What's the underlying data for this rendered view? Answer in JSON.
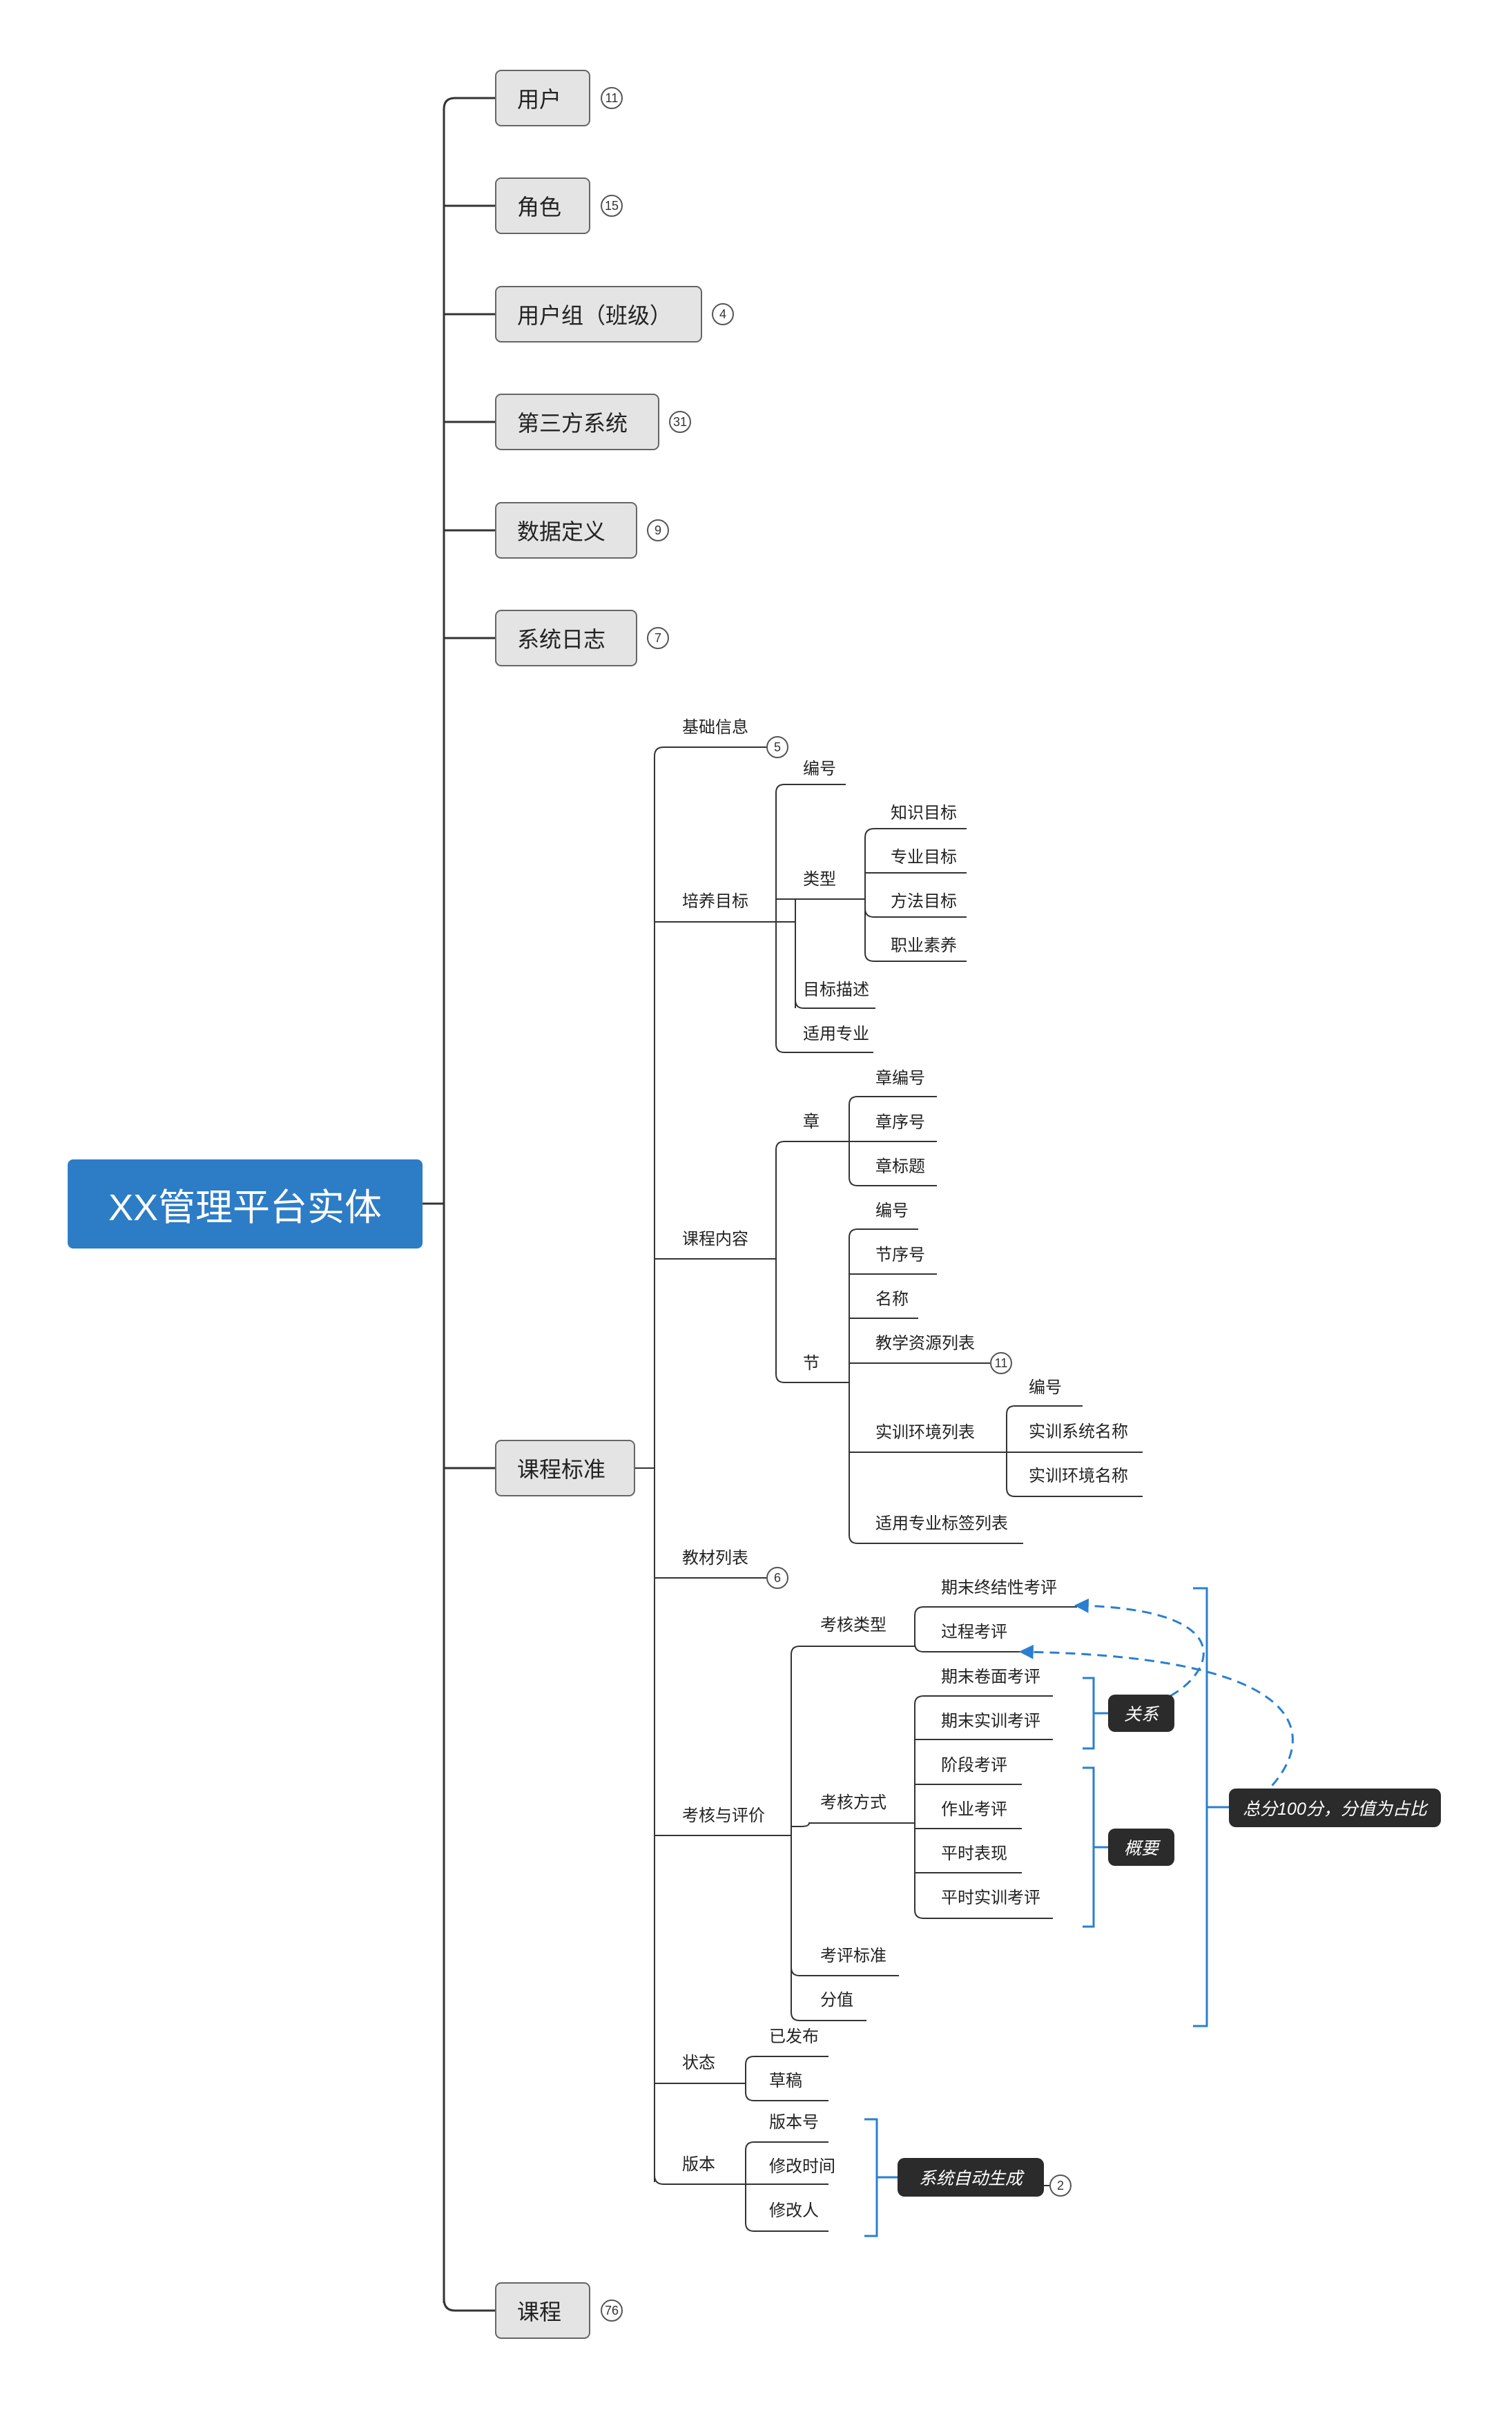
{
  "root": "XX管理平台实体",
  "top_nodes": [
    {
      "label": "用户",
      "count": "11"
    },
    {
      "label": "角色",
      "count": "15"
    },
    {
      "label": "用户组（班级）",
      "count": "4"
    },
    {
      "label": "第三方系统",
      "count": "31"
    },
    {
      "label": "数据定义",
      "count": "9"
    },
    {
      "label": "系统日志",
      "count": "7"
    },
    {
      "label": "课程标准"
    },
    {
      "label": "课程",
      "count": "76"
    }
  ],
  "course_standard": {
    "basic": {
      "label": "基础信息",
      "count": "5"
    },
    "goal": {
      "label": "培养目标",
      "number": "编号",
      "type": "类型",
      "type_items": [
        "知识目标",
        "专业目标",
        "方法目标",
        "职业素养"
      ],
      "description": "目标描述",
      "major": "适用专业"
    },
    "content": {
      "label": "课程内容",
      "chapter": "章",
      "chapter_items": [
        "章编号",
        "章序号",
        "章标题"
      ],
      "section": "节",
      "section_items": [
        "编号",
        "节序号",
        "名称",
        "教学资源列表",
        "实训环境列表",
        "适用专业标签列表"
      ],
      "resource_count": "11",
      "env_items": [
        "编号",
        "实训系统名称",
        "实训环境名称"
      ]
    },
    "textbook": {
      "label": "教材列表",
      "count": "6"
    },
    "assessment": {
      "label": "考核与评价",
      "type": "考核类型",
      "type_items": [
        "期末终结性考评",
        "过程考评"
      ],
      "method": "考核方式",
      "method_items": [
        "期末卷面考评",
        "期末实训考评",
        "阶段考评",
        "作业考评",
        "平时表现",
        "平时实训考评"
      ],
      "standard": "考评标准",
      "score": "分值",
      "relation": "关系",
      "summary": "概要",
      "total_note": "总分100分，分值为占比"
    },
    "status": {
      "label": "状态",
      "items": [
        "已发布",
        "草稿"
      ]
    },
    "version": {
      "label": "版本",
      "items": [
        "版本号",
        "修改时间",
        "修改人"
      ],
      "auto_note": "系统自动生成",
      "auto_count": "2"
    }
  },
  "colors": {
    "root": "#2d7cc6",
    "accent": "#2a7fd0",
    "dark": "#2b2b2b"
  }
}
